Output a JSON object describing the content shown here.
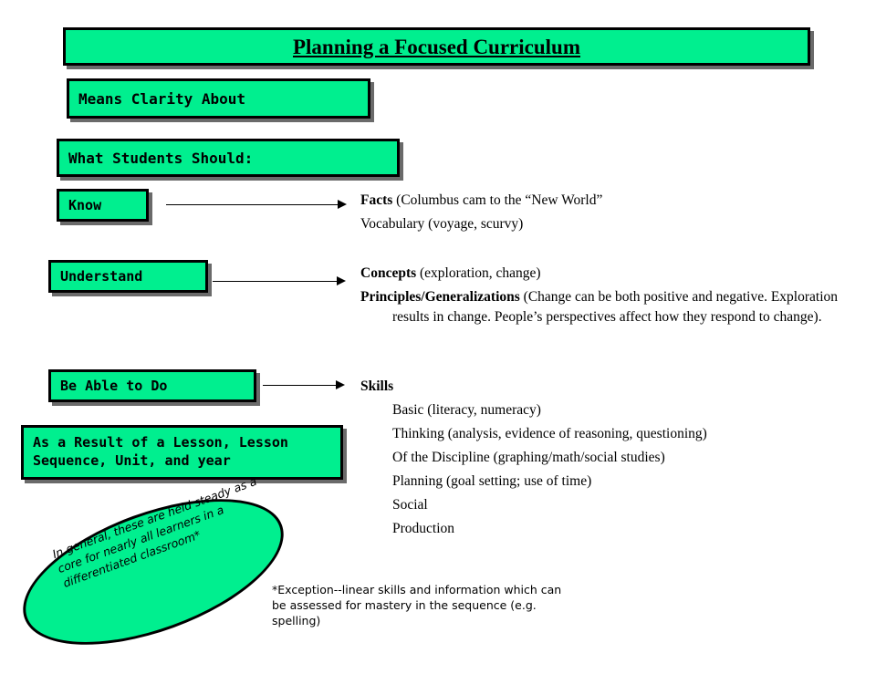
{
  "title": "Planning a Focused Curriculum",
  "means": "Means Clarity About",
  "students": "What Students Should:",
  "labels": {
    "know": "Know",
    "understand": "Understand",
    "do": "Be Able to Do",
    "result": "As a Result of a Lesson, Lesson Sequence, Unit, and year"
  },
  "know_items": {
    "facts_label": "Facts",
    "facts_text": " (Columbus cam to the “New World”",
    "vocab": "Vocabulary (voyage, scurvy)"
  },
  "understand_items": {
    "concepts_label": "Concepts",
    "concepts_text": " (exploration, change)",
    "principles_label": "Principles/Generalizations",
    "principles_text": " (Change can be both positive and negative. Exploration results in change.  People’s perspectives affect how they respond to change)."
  },
  "skills": {
    "label": "Skills",
    "items": [
      "Basic (literacy, numeracy)",
      "Thinking (analysis, evidence of reasoning, questioning)",
      "Of the Discipline (graphing/math/social studies)",
      "Planning (goal setting; use of time)",
      "Social",
      "Production"
    ]
  },
  "oval_text": "In general, these are held steady as a core for nearly all learners in a differentiated classroom*",
  "exception": "*Exception--linear skills and information which can be assessed for mastery in the sequence (e.g. spelling)",
  "colors": {
    "box_fill": "#00ef8f",
    "shadow": "#6a6a6a"
  }
}
